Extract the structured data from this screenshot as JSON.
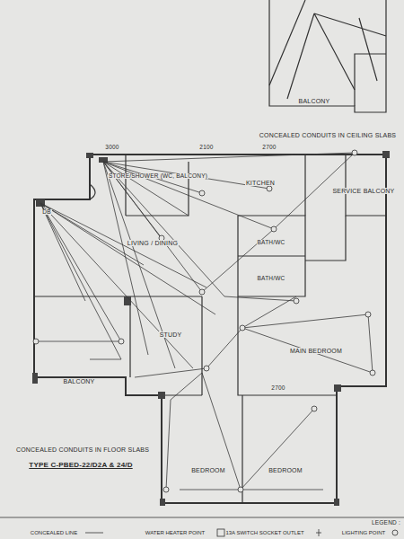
{
  "diagram": {
    "title": "TYPE C-PBED-22/D2A & 24/D",
    "labels": [
      "BALCONY",
      "CONCEALED CONDUITS IN CEILING SLABS",
      "3000",
      "2100",
      "2700",
      "STORE/SHOWER (WC, BALCONY)",
      "KITCHEN",
      "SERVICE BALCONY",
      "DB",
      "LIVING / DINING",
      "BATH/WC",
      "BATH/WC",
      "STUDY",
      "MAIN BEDROOM",
      "BALCONY",
      "2700",
      "BEDROOM",
      "BEDROOM",
      "CONCEALED CONDUITS IN FLOOR SLABS",
      "LEGEND :"
    ],
    "legend": [
      {
        "text": "LIGHTING POINT"
      },
      {
        "text": "13A SWITCH SOCKET OUTLET"
      },
      {
        "text": "WATER HEATER POINT"
      },
      {
        "text": "CONCEALED LINE"
      }
    ]
  }
}
